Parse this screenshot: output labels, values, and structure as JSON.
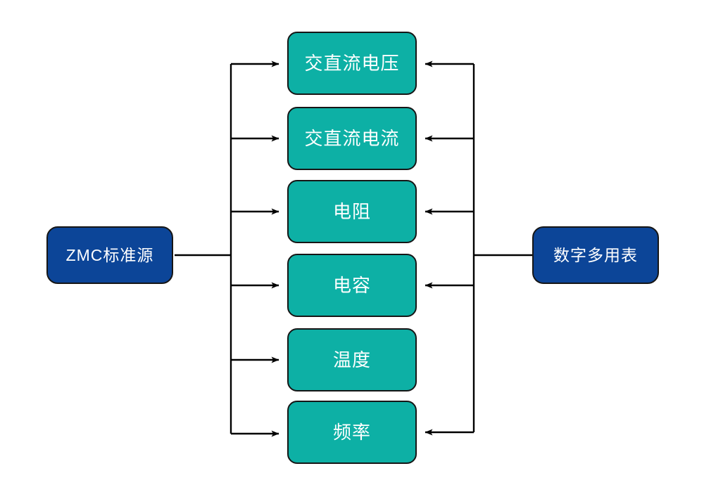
{
  "diagram": {
    "type": "block-diagram",
    "title": "",
    "colors": {
      "endpoint_fill": "#0C4598",
      "measure_fill": "#0DB0A5",
      "stroke": "#161616",
      "label_text": "#FFFFFF",
      "background": "#FFFFFF"
    },
    "source": {
      "label": "ZMC标准源",
      "role": "calibration-standard-source",
      "side": "left"
    },
    "target": {
      "label": "数字多用表",
      "role": "digital-multimeter",
      "side": "right"
    },
    "measurements": [
      {
        "label": "交直流电压",
        "from_source": true,
        "from_meter": true
      },
      {
        "label": "交直流电流",
        "from_source": true,
        "from_meter": true
      },
      {
        "label": "电阻",
        "from_source": true,
        "from_meter": true
      },
      {
        "label": "电容",
        "from_source": true,
        "from_meter": true
      },
      {
        "label": "温度",
        "from_source": true,
        "from_meter": false
      },
      {
        "label": "频率",
        "from_source": true,
        "from_meter": true
      }
    ],
    "connections": {
      "left_bus_note": "ZMC标准源 fans out to all six measurement blocks",
      "right_bus_note": "数字多用表 connects to all blocks except 温度"
    }
  }
}
